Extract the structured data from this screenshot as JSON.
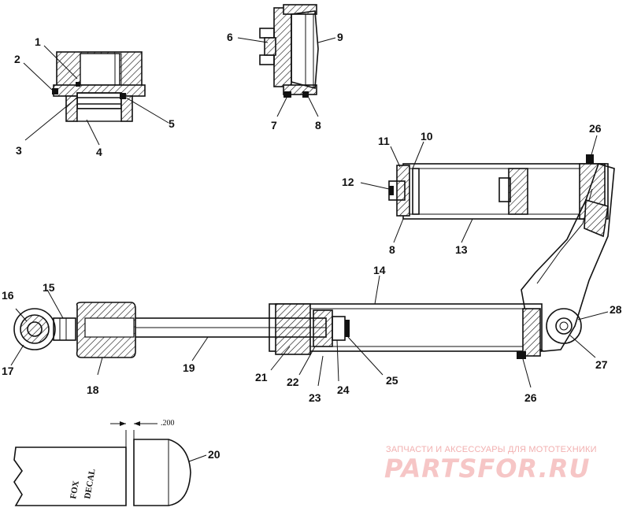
{
  "labels": [
    "1",
    "2",
    "3",
    "4",
    "5",
    "6",
    "7",
    "8",
    "9",
    "10",
    "11",
    "12",
    "13",
    "14",
    "15",
    "16",
    "17",
    "18",
    "19",
    "20",
    "21",
    "22",
    "23",
    "24",
    "25",
    "26",
    "27",
    "28"
  ],
  "dimension": ".200",
  "decal": {
    "line1": "FOX",
    "line2": "DECAL"
  },
  "watermark": {
    "subtitle": "ЗАПЧАСТИ И АКСЕССУАРЫ ДЛЯ МОТОТЕХНИКИ",
    "brand": "PARTSFOR.RU",
    "color": "#f4b5b5"
  }
}
